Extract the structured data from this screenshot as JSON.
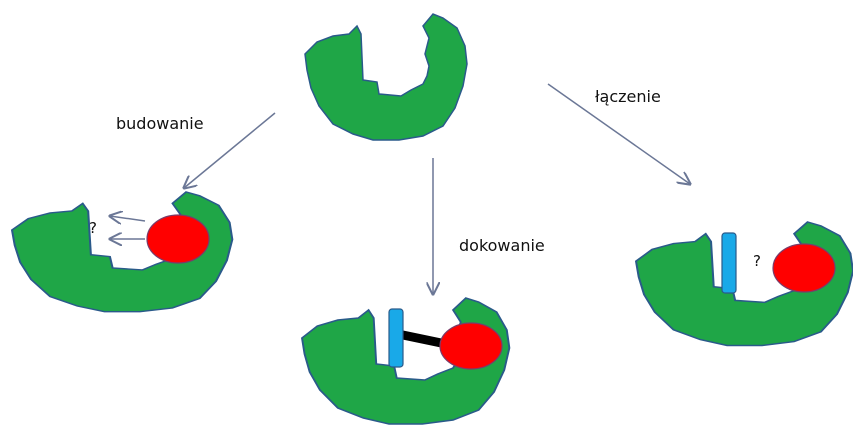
{
  "colors": {
    "protein": "#1fa647",
    "protein_stroke": "#2a5a8a",
    "ligand": "#ff0000",
    "fragment": "#19a9e8",
    "linker": "#000000",
    "arrow": "#6b7796"
  },
  "labels": {
    "building": "budowanie",
    "docking": "dokowanie",
    "linking": "łączenie"
  },
  "question_marks": {
    "building": "?",
    "linking": "?"
  }
}
